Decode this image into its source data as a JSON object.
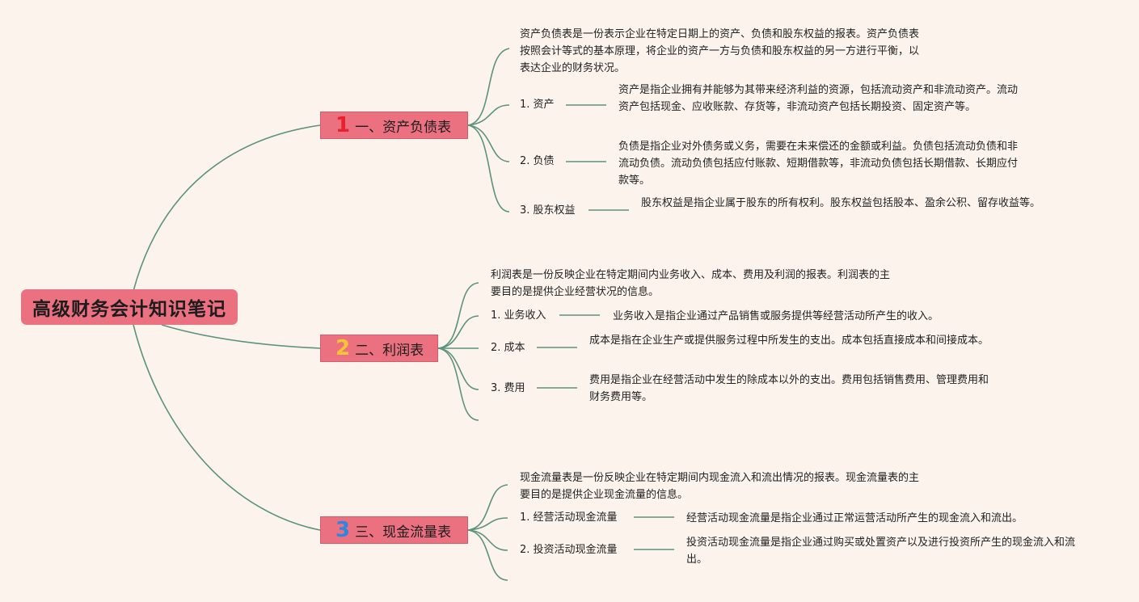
{
  "root": {
    "title": "高级财务会计知识笔记"
  },
  "branches": [
    {
      "number": "1",
      "number_color": "#e8202f",
      "label": "一、资产负债表",
      "intro": "资产负债表是一份表示企业在特定日期上的资产、负债和股东权益的报表。资产负债表按照会计等式的基本原理，将企业的资产一方与负债和股东权益的另一方进行平衡，以表达企业的财务状况。",
      "items": [
        {
          "label": "1. 资产",
          "desc": "资产是指企业拥有并能够为其带来经济利益的资源，包括流动资产和非流动资产。流动资产包括现金、应收账款、存货等，非流动资产包括长期投资、固定资产等。"
        },
        {
          "label": "2. 负债",
          "desc": "负债是指企业对外债务或义务，需要在未来偿还的金额或利益。负债包括流动负债和非流动负债。流动负债包括应付账款、短期借款等，非流动负债包括长期借款、长期应付款等。"
        },
        {
          "label": "3. 股东权益",
          "desc": "股东权益是指企业属于股东的所有权利。股东权益包括股本、盈余公积、留存收益等。"
        }
      ]
    },
    {
      "number": "2",
      "number_color": "#f4c534",
      "label": "二、利润表",
      "intro": "利润表是一份反映企业在特定期间内业务收入、成本、费用及利润的报表。利润表的主要目的是提供企业经营状况的信息。",
      "items": [
        {
          "label": "1. 业务收入",
          "desc": "业务收入是指企业通过产品销售或服务提供等经营活动所产生的收入。"
        },
        {
          "label": "2. 成本",
          "desc": "成本是指在企业生产或提供服务过程中所发生的支出。成本包括直接成本和间接成本。"
        },
        {
          "label": "3. 费用",
          "desc": "费用是指企业在经营活动中发生的除成本以外的支出。费用包括销售费用、管理费用和财务费用等。"
        }
      ]
    },
    {
      "number": "3",
      "number_color": "#2e86de",
      "label": "三、现金流量表",
      "intro": "现金流量表是一份反映企业在特定期间内现金流入和流出情况的报表。现金流量表的主要目的是提供企业现金流量的信息。",
      "items": [
        {
          "label": "1. 经营活动现金流量",
          "desc": "经营活动现金流量是指企业通过正常运营活动所产生的现金流入和流出。"
        },
        {
          "label": "2. 投资活动现金流量",
          "desc": "投资活动现金流量是指企业通过购买或处置资产以及进行投资所产生的现金流入和流出。"
        }
      ]
    }
  ]
}
